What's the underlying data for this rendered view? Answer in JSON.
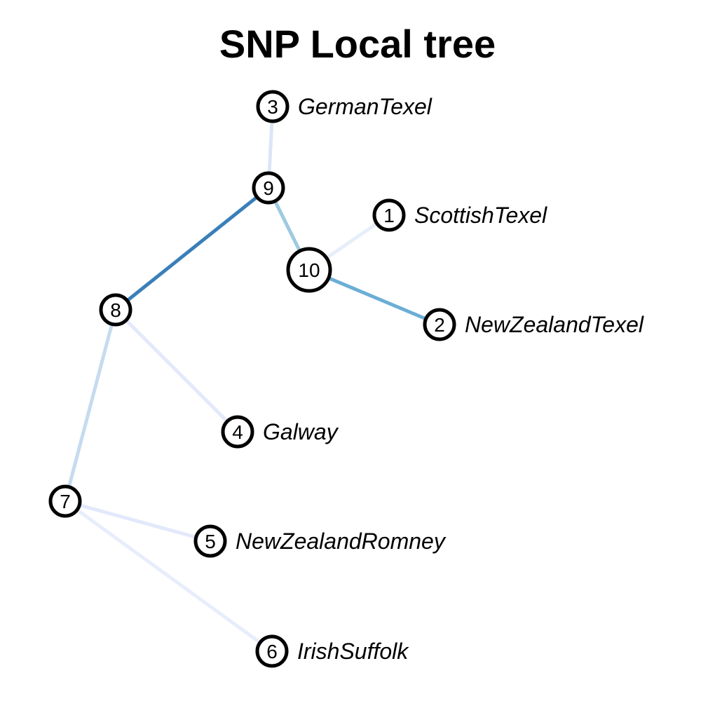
{
  "title": "SNP Local tree",
  "tree": {
    "nodes": [
      {
        "id": "1",
        "label": "ScottishTexel",
        "size": "normal"
      },
      {
        "id": "2",
        "label": "NewZealandTexel",
        "size": "normal"
      },
      {
        "id": "3",
        "label": "GermanTexel",
        "size": "normal"
      },
      {
        "id": "4",
        "label": "Galway",
        "size": "normal"
      },
      {
        "id": "5",
        "label": "NewZealandRomney",
        "size": "normal"
      },
      {
        "id": "6",
        "label": "IrishSuffolk",
        "size": "normal"
      },
      {
        "id": "7",
        "label": "",
        "size": "normal"
      },
      {
        "id": "8",
        "label": "",
        "size": "normal"
      },
      {
        "id": "9",
        "label": "",
        "size": "normal"
      },
      {
        "id": "10",
        "label": "",
        "size": "large"
      }
    ],
    "edges": [
      {
        "from": "9",
        "to": "3",
        "color": "#dbe6f5"
      },
      {
        "from": "9",
        "to": "8",
        "color": "#3a7fb9"
      },
      {
        "from": "9",
        "to": "10",
        "color": "#9ecae1"
      },
      {
        "from": "10",
        "to": "1",
        "color": "#e6eefa"
      },
      {
        "from": "10",
        "to": "2",
        "color": "#6baed6"
      },
      {
        "from": "8",
        "to": "4",
        "color": "#e3e9fb"
      },
      {
        "from": "8",
        "to": "7",
        "color": "#c6dbef"
      },
      {
        "from": "7",
        "to": "5",
        "color": "#e3e9fb"
      },
      {
        "from": "7",
        "to": "6",
        "color": "#e8edfc"
      }
    ]
  }
}
